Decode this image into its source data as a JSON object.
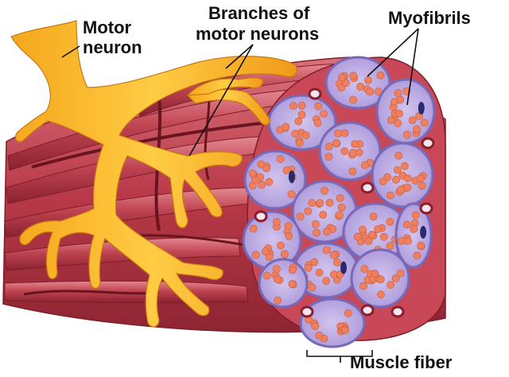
{
  "labels": {
    "motor_neuron_line1": "Motor",
    "motor_neuron_line2": "neuron",
    "branches_line1": "Branches of",
    "branches_line2": "motor neurons",
    "myofibrils": "Myofibrils",
    "muscle_fiber": "Muscle fiber"
  },
  "colors": {
    "muscle_red": "#b93a48",
    "muscle_dark": "#7e1e2a",
    "muscle_light": "#d9707a",
    "neuron_orange": "#f2a018",
    "neuron_light": "#ffd45a",
    "fiber_purple": "#7868b8",
    "fiber_lavender": "#b8a6e0",
    "myofibril_orange": "#ee8060",
    "nucleus": "#2a2870"
  }
}
